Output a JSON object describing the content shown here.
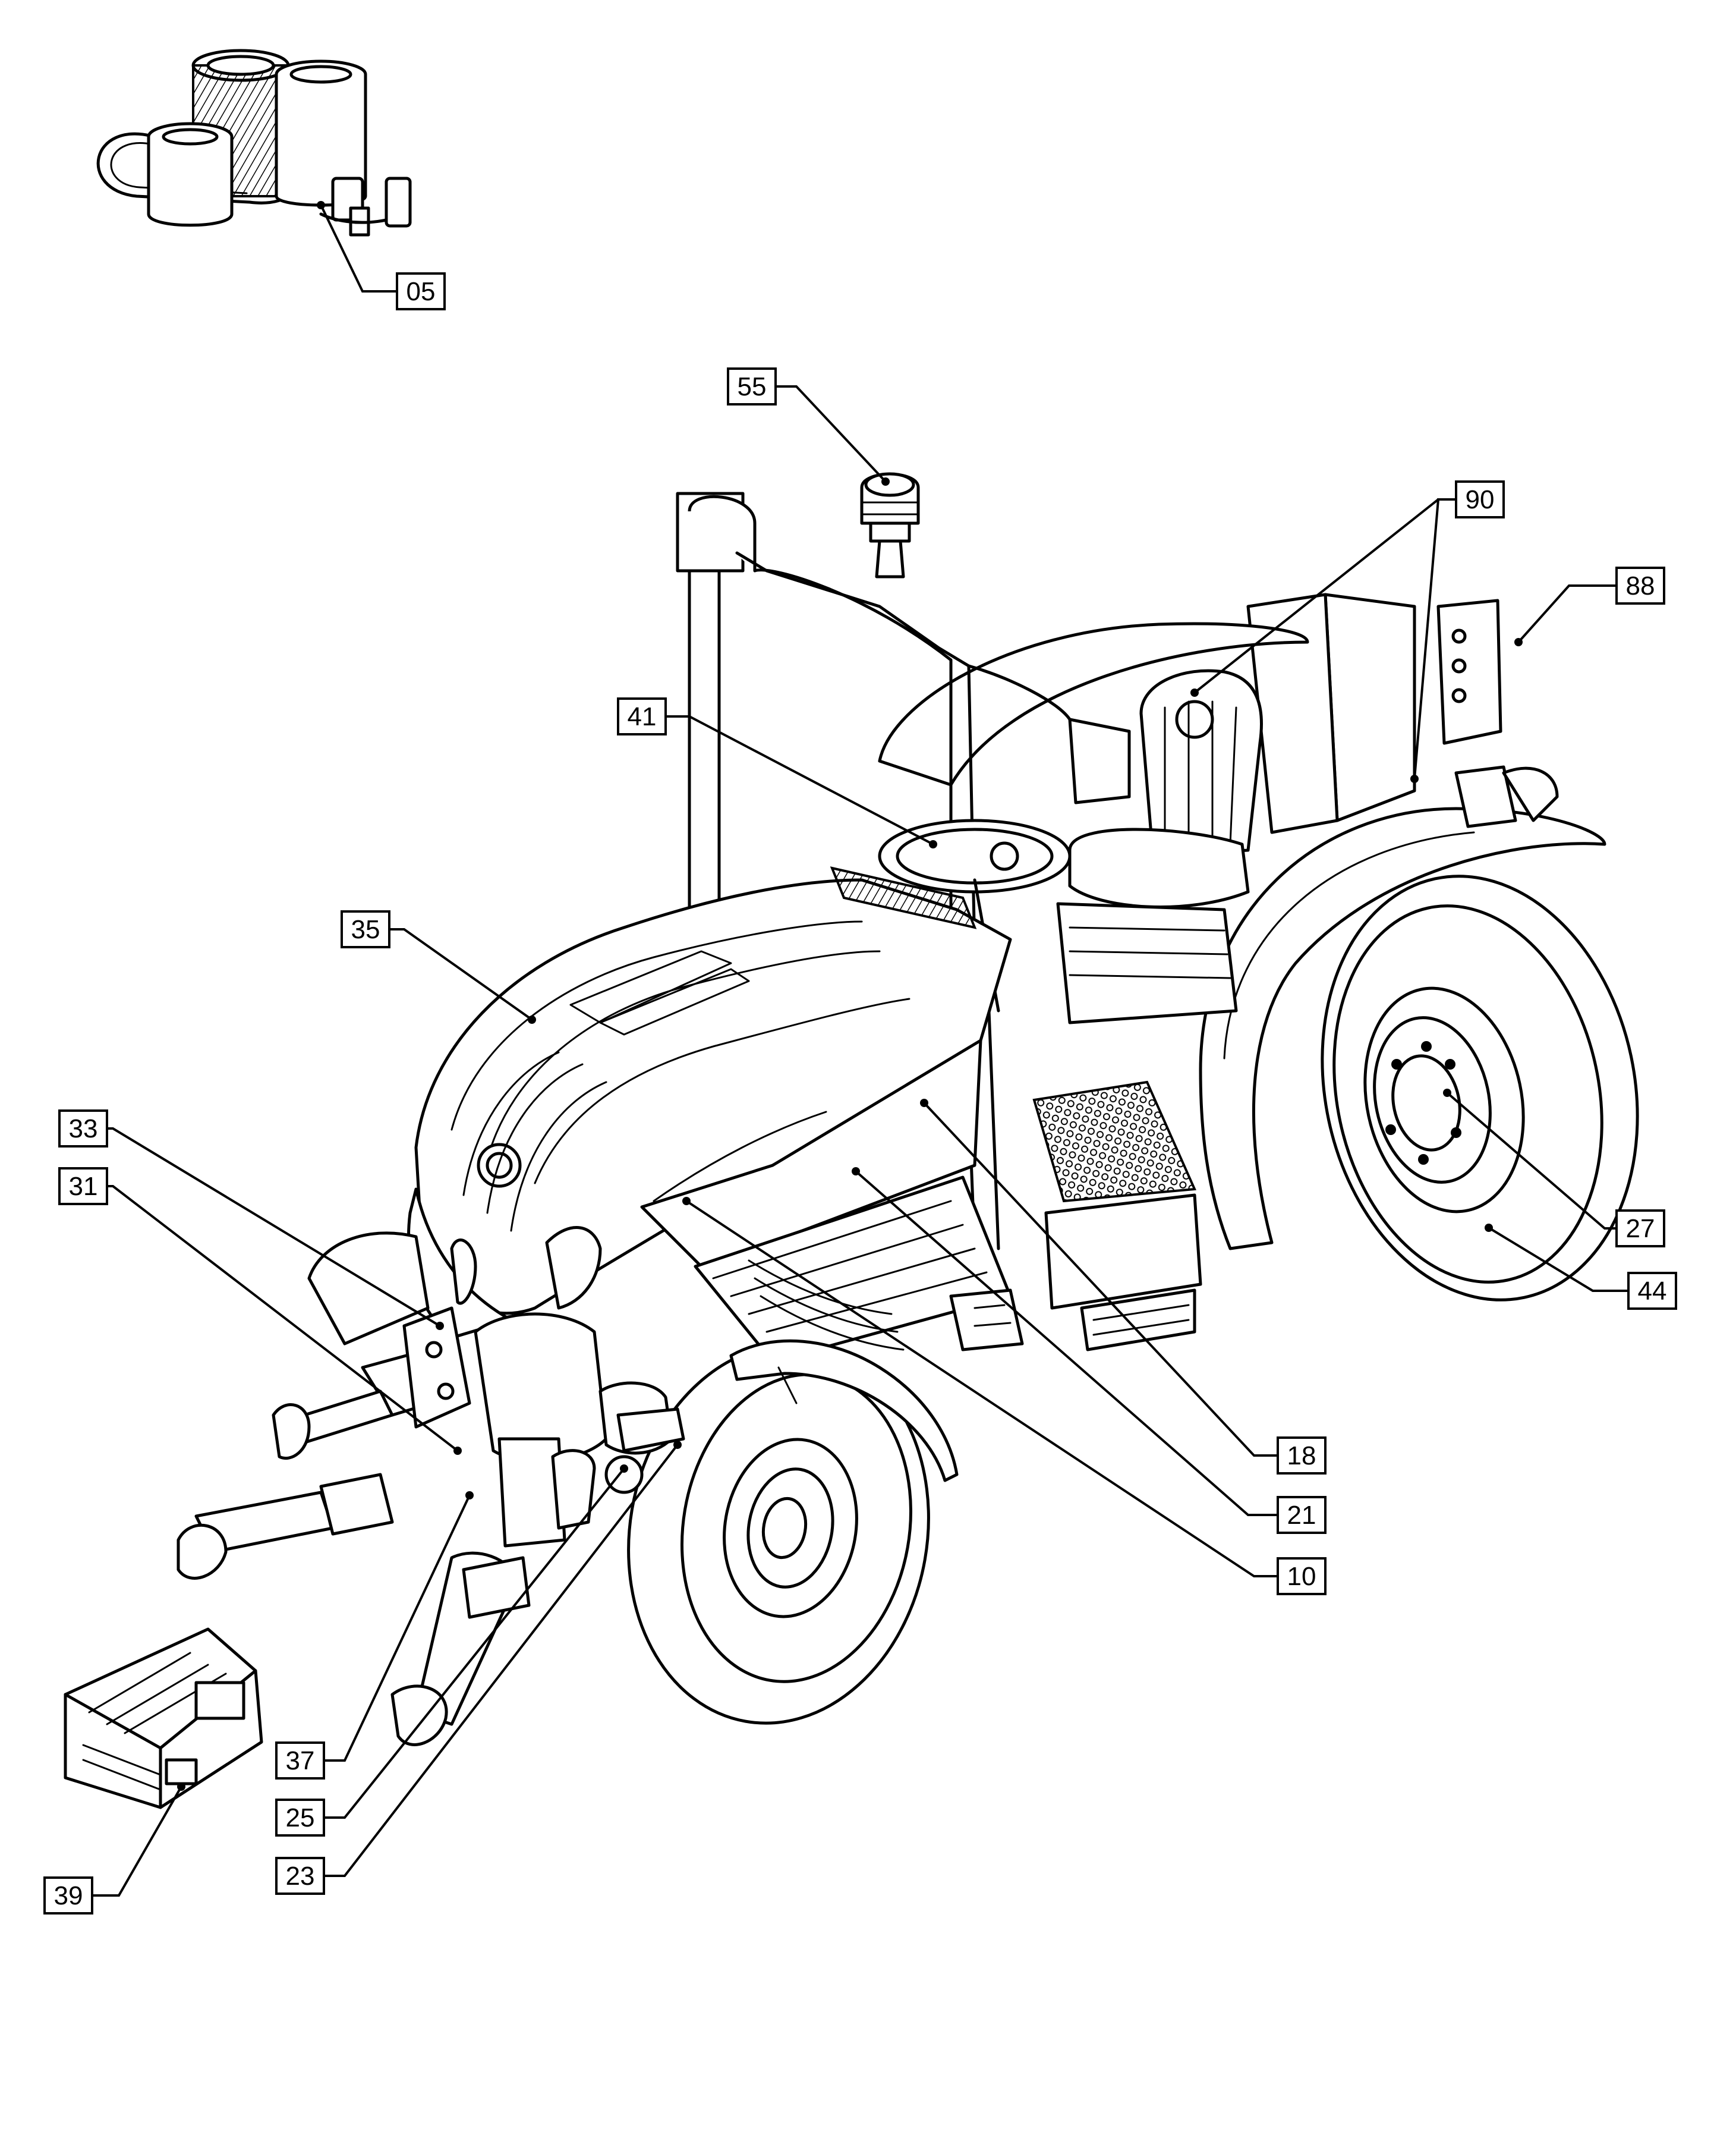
{
  "callouts": [
    {
      "id": "c05",
      "label": "05"
    },
    {
      "id": "c55",
      "label": "55"
    },
    {
      "id": "c90",
      "label": "90"
    },
    {
      "id": "c88",
      "label": "88"
    },
    {
      "id": "c41",
      "label": "41"
    },
    {
      "id": "c35",
      "label": "35"
    },
    {
      "id": "c33",
      "label": "33"
    },
    {
      "id": "c31",
      "label": "31"
    },
    {
      "id": "c27",
      "label": "27"
    },
    {
      "id": "c44",
      "label": "44"
    },
    {
      "id": "c18",
      "label": "18"
    },
    {
      "id": "c21",
      "label": "21"
    },
    {
      "id": "c10",
      "label": "10"
    },
    {
      "id": "c37",
      "label": "37"
    },
    {
      "id": "c25",
      "label": "25"
    },
    {
      "id": "c23",
      "label": "23"
    },
    {
      "id": "c39",
      "label": "39"
    }
  ],
  "parts": {
    "filter_kit_icon": "filter-and-belt-kit",
    "beacon_icon": "rotating-beacon",
    "front_weights_icon": "front-ballast-weights",
    "tractor_icon": "tractor-isometric"
  }
}
